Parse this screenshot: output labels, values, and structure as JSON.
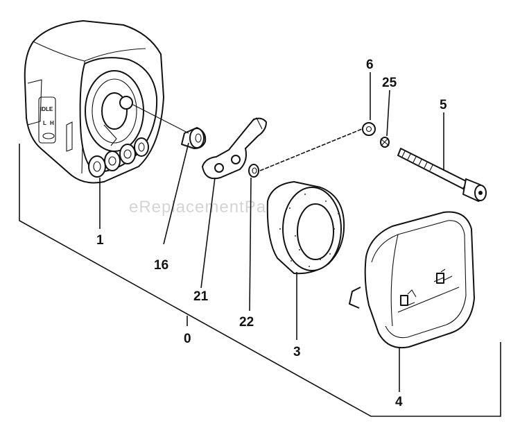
{
  "watermark": "eReplacementParts.com",
  "housing_marks": {
    "idle": "IDLE",
    "l": "L",
    "h": "H"
  },
  "callouts": [
    {
      "id": "1",
      "text": "1"
    },
    {
      "id": "16",
      "text": "16"
    },
    {
      "id": "21",
      "text": "21"
    },
    {
      "id": "22",
      "text": "22"
    },
    {
      "id": "0",
      "text": "0"
    },
    {
      "id": "3",
      "text": "3"
    },
    {
      "id": "4",
      "text": "4"
    },
    {
      "id": "6",
      "text": "6"
    },
    {
      "id": "25",
      "text": "25"
    },
    {
      "id": "5",
      "text": "5"
    }
  ]
}
